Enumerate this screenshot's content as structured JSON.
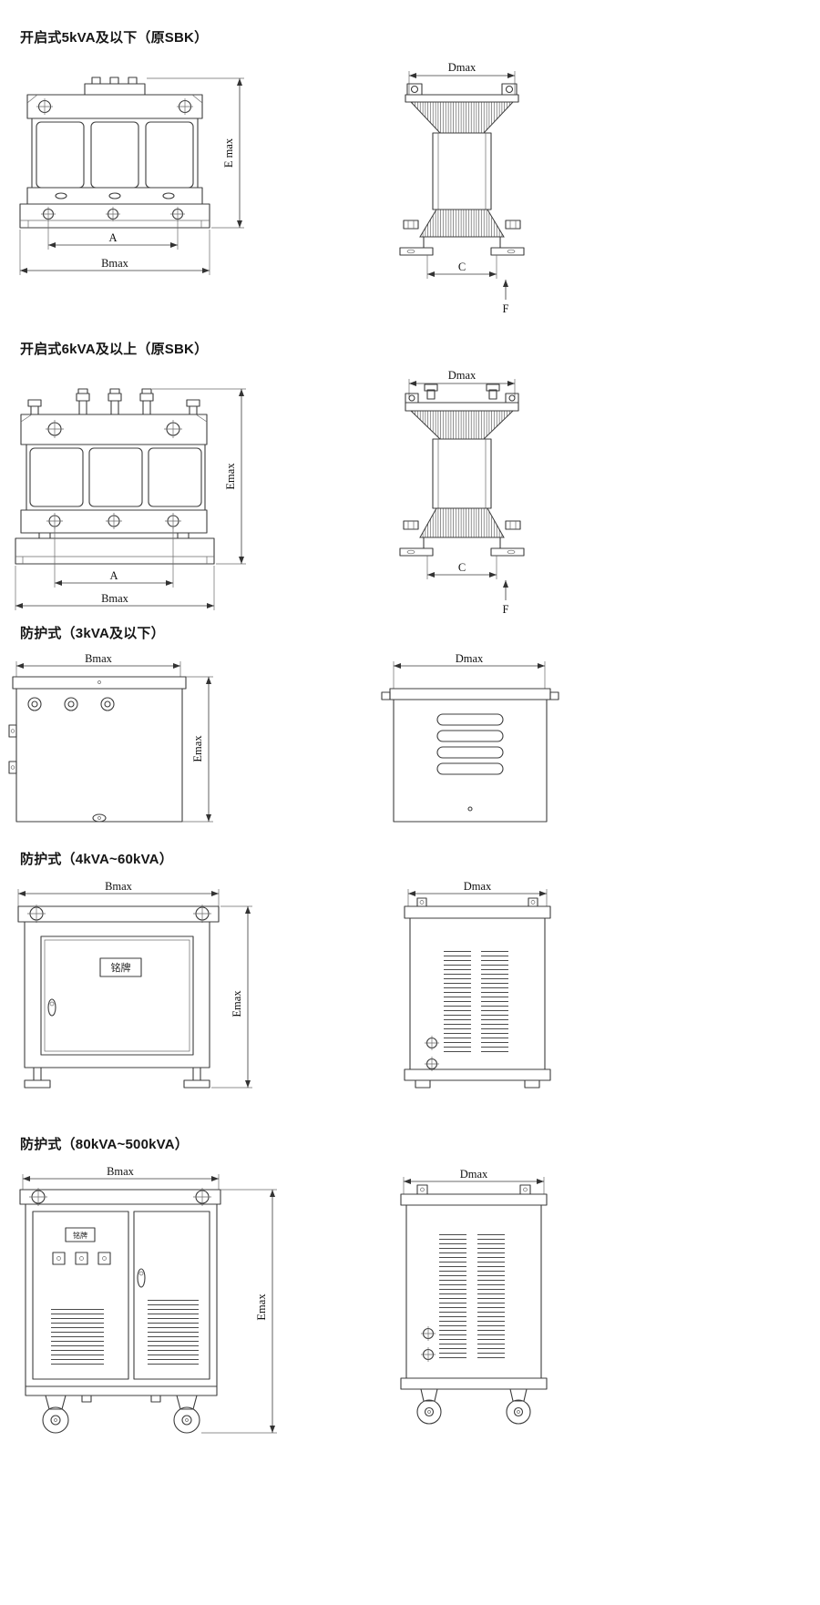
{
  "document": {
    "background": "#ffffff",
    "line_color": "#3c3c3c"
  },
  "sections": [
    {
      "title": "开启式5kVA及以下（原SBK）",
      "front": {
        "dim_height": "E max",
        "dim_inner": "A",
        "dim_width": "Bmax"
      },
      "side": {
        "dim_width": "Dmax",
        "dim_base": "C",
        "dim_force": "F"
      }
    },
    {
      "title": "开启式6kVA及以上（原SBK）",
      "front": {
        "dim_height": "Emax",
        "dim_inner": "A",
        "dim_width": "Bmax"
      },
      "side": {
        "dim_width": "Dmax",
        "dim_base": "C",
        "dim_force": "F"
      }
    },
    {
      "title": "防护式（3kVA及以下）",
      "front": {
        "dim_width": "Bmax",
        "dim_height": "Emax"
      },
      "side": {
        "dim_width": "Dmax"
      }
    },
    {
      "title": "防护式（4kVA~60kVA）",
      "front": {
        "dim_width": "Bmax",
        "dim_height": "Emax",
        "nameplate": "铭牌"
      },
      "side": {
        "dim_width": "Dmax"
      }
    },
    {
      "title": "防护式（80kVA~500kVA）",
      "front": {
        "dim_width": "Bmax",
        "dim_height": "Emax",
        "nameplate": "铭牌"
      },
      "side": {
        "dim_width": "Dmax"
      }
    }
  ]
}
